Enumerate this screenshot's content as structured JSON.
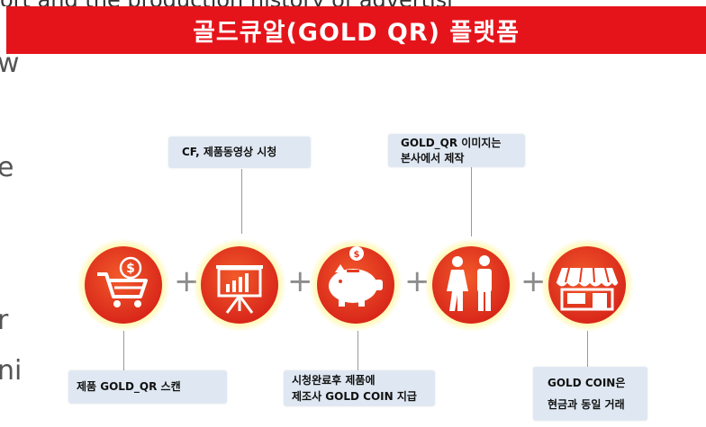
{
  "title": "골드큐알(GOLD QR) 플랫폼",
  "background_fragments": [
    "w",
    "e",
    "r",
    "ni"
  ],
  "boxes": {
    "cf_view": "CF, 제품동영상 시청",
    "image_line1": "GOLD_QR 이미지는",
    "image_line2": "본사에서 제작",
    "scan": "제품 GOLD_QR 스캔",
    "pay_line1": "시청완료후 제품에",
    "pay_line2": "제조사 GOLD COIN 지급",
    "coin_line1": "GOLD COIN은",
    "coin_line2": "현금과 동일 거래"
  },
  "plus_sign": "+",
  "icons": [
    "shopping-cart-dollar-icon",
    "presentation-chart-icon",
    "piggy-bank-icon",
    "people-icon",
    "store-icon"
  ],
  "colors": {
    "banner": "#e5141b",
    "circle": "#e63a1e",
    "glow": "#fff27a",
    "box": "#dfe8f2"
  }
}
